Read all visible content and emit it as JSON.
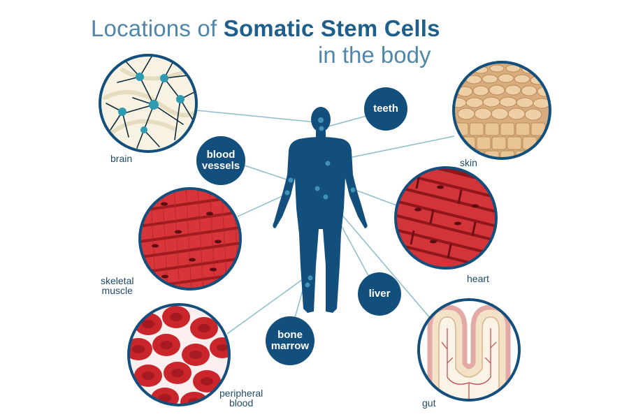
{
  "title": {
    "light": "Locations of",
    "bold": "Somatic Stem Cells",
    "line2": "in the body"
  },
  "labels": {
    "brain": "brain",
    "skin": "skin",
    "skeletal_muscle": [
      "skeletal",
      "muscle"
    ],
    "heart": "heart",
    "peripheral_blood": [
      "peripheral",
      "blood"
    ],
    "gut": "gut"
  },
  "bubbles": {
    "teeth": "teeth",
    "blood_vessels": [
      "blood",
      "vessels"
    ],
    "liver": "liver",
    "bone_marrow": [
      "bone",
      "marrow"
    ]
  },
  "colors": {
    "body": "#134f7c",
    "dot": "#3f93b8",
    "leader": "#8dbdcc",
    "muscle": "#c9282e",
    "skin": "#e4bc8e",
    "gut": "#f3e2c8"
  }
}
